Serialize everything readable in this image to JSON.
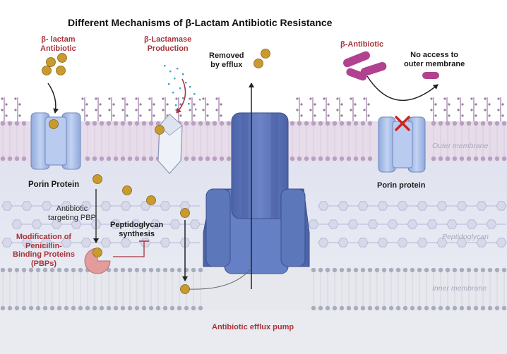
{
  "title": "Different Mechanisms of β-Lactam Antibiotic Resistance",
  "labels": {
    "beta_lactam_antibiotic": "β- lactam\nAntibiotic",
    "beta_lactamase_production": "β-Lactamase\nProduction",
    "removed_by_efflux": "Removed\nby efflux",
    "beta_antibiotic": "β-Antibiotic",
    "no_access": "No access to\nouter membrane",
    "outer_membrane": "Outer membrane",
    "porin_protein_left": "Porin Protein",
    "porin_protein_right": "Porin protein",
    "antibiotic_targeting_pbp": "Antibiotic\ntargeting PBP",
    "peptidoglycan_synthesis": "Peptidoglycan\nsynthesis",
    "modification_pbp": "Modification of\nPenicillin-\nBinding Proteins\n(PBPs)",
    "peptidoglycan": "Peptidoglycan",
    "inner_membrane": "Inner membrane",
    "efflux_pump": "Antibiotic efflux pump"
  },
  "colors": {
    "antibiotic": "#c99a2e",
    "antibiotic_edge": "#8a6413",
    "efflux_pump": "#5b74b8",
    "porin": "#a9c0ea",
    "beta_antibiotic_capsule": "#b0428f",
    "pbp": "#e39b9b",
    "cross_mark": "#c62828",
    "accent_red": "#a8343a",
    "outer_membrane_band": "#e6dcea",
    "inner_membrane_band": "#e6e8ee",
    "periplasm": "#e3e6f1"
  },
  "icons": {
    "porin": "porin-channel-icon",
    "efflux": "efflux-pump-icon",
    "pbp": "penicillin-binding-protein-icon",
    "beta_lactamase": "beta-lactamase-enzyme-icon",
    "blocked": "cross-mark-icon",
    "lipopolysaccharide": "lps-chain-icon"
  }
}
